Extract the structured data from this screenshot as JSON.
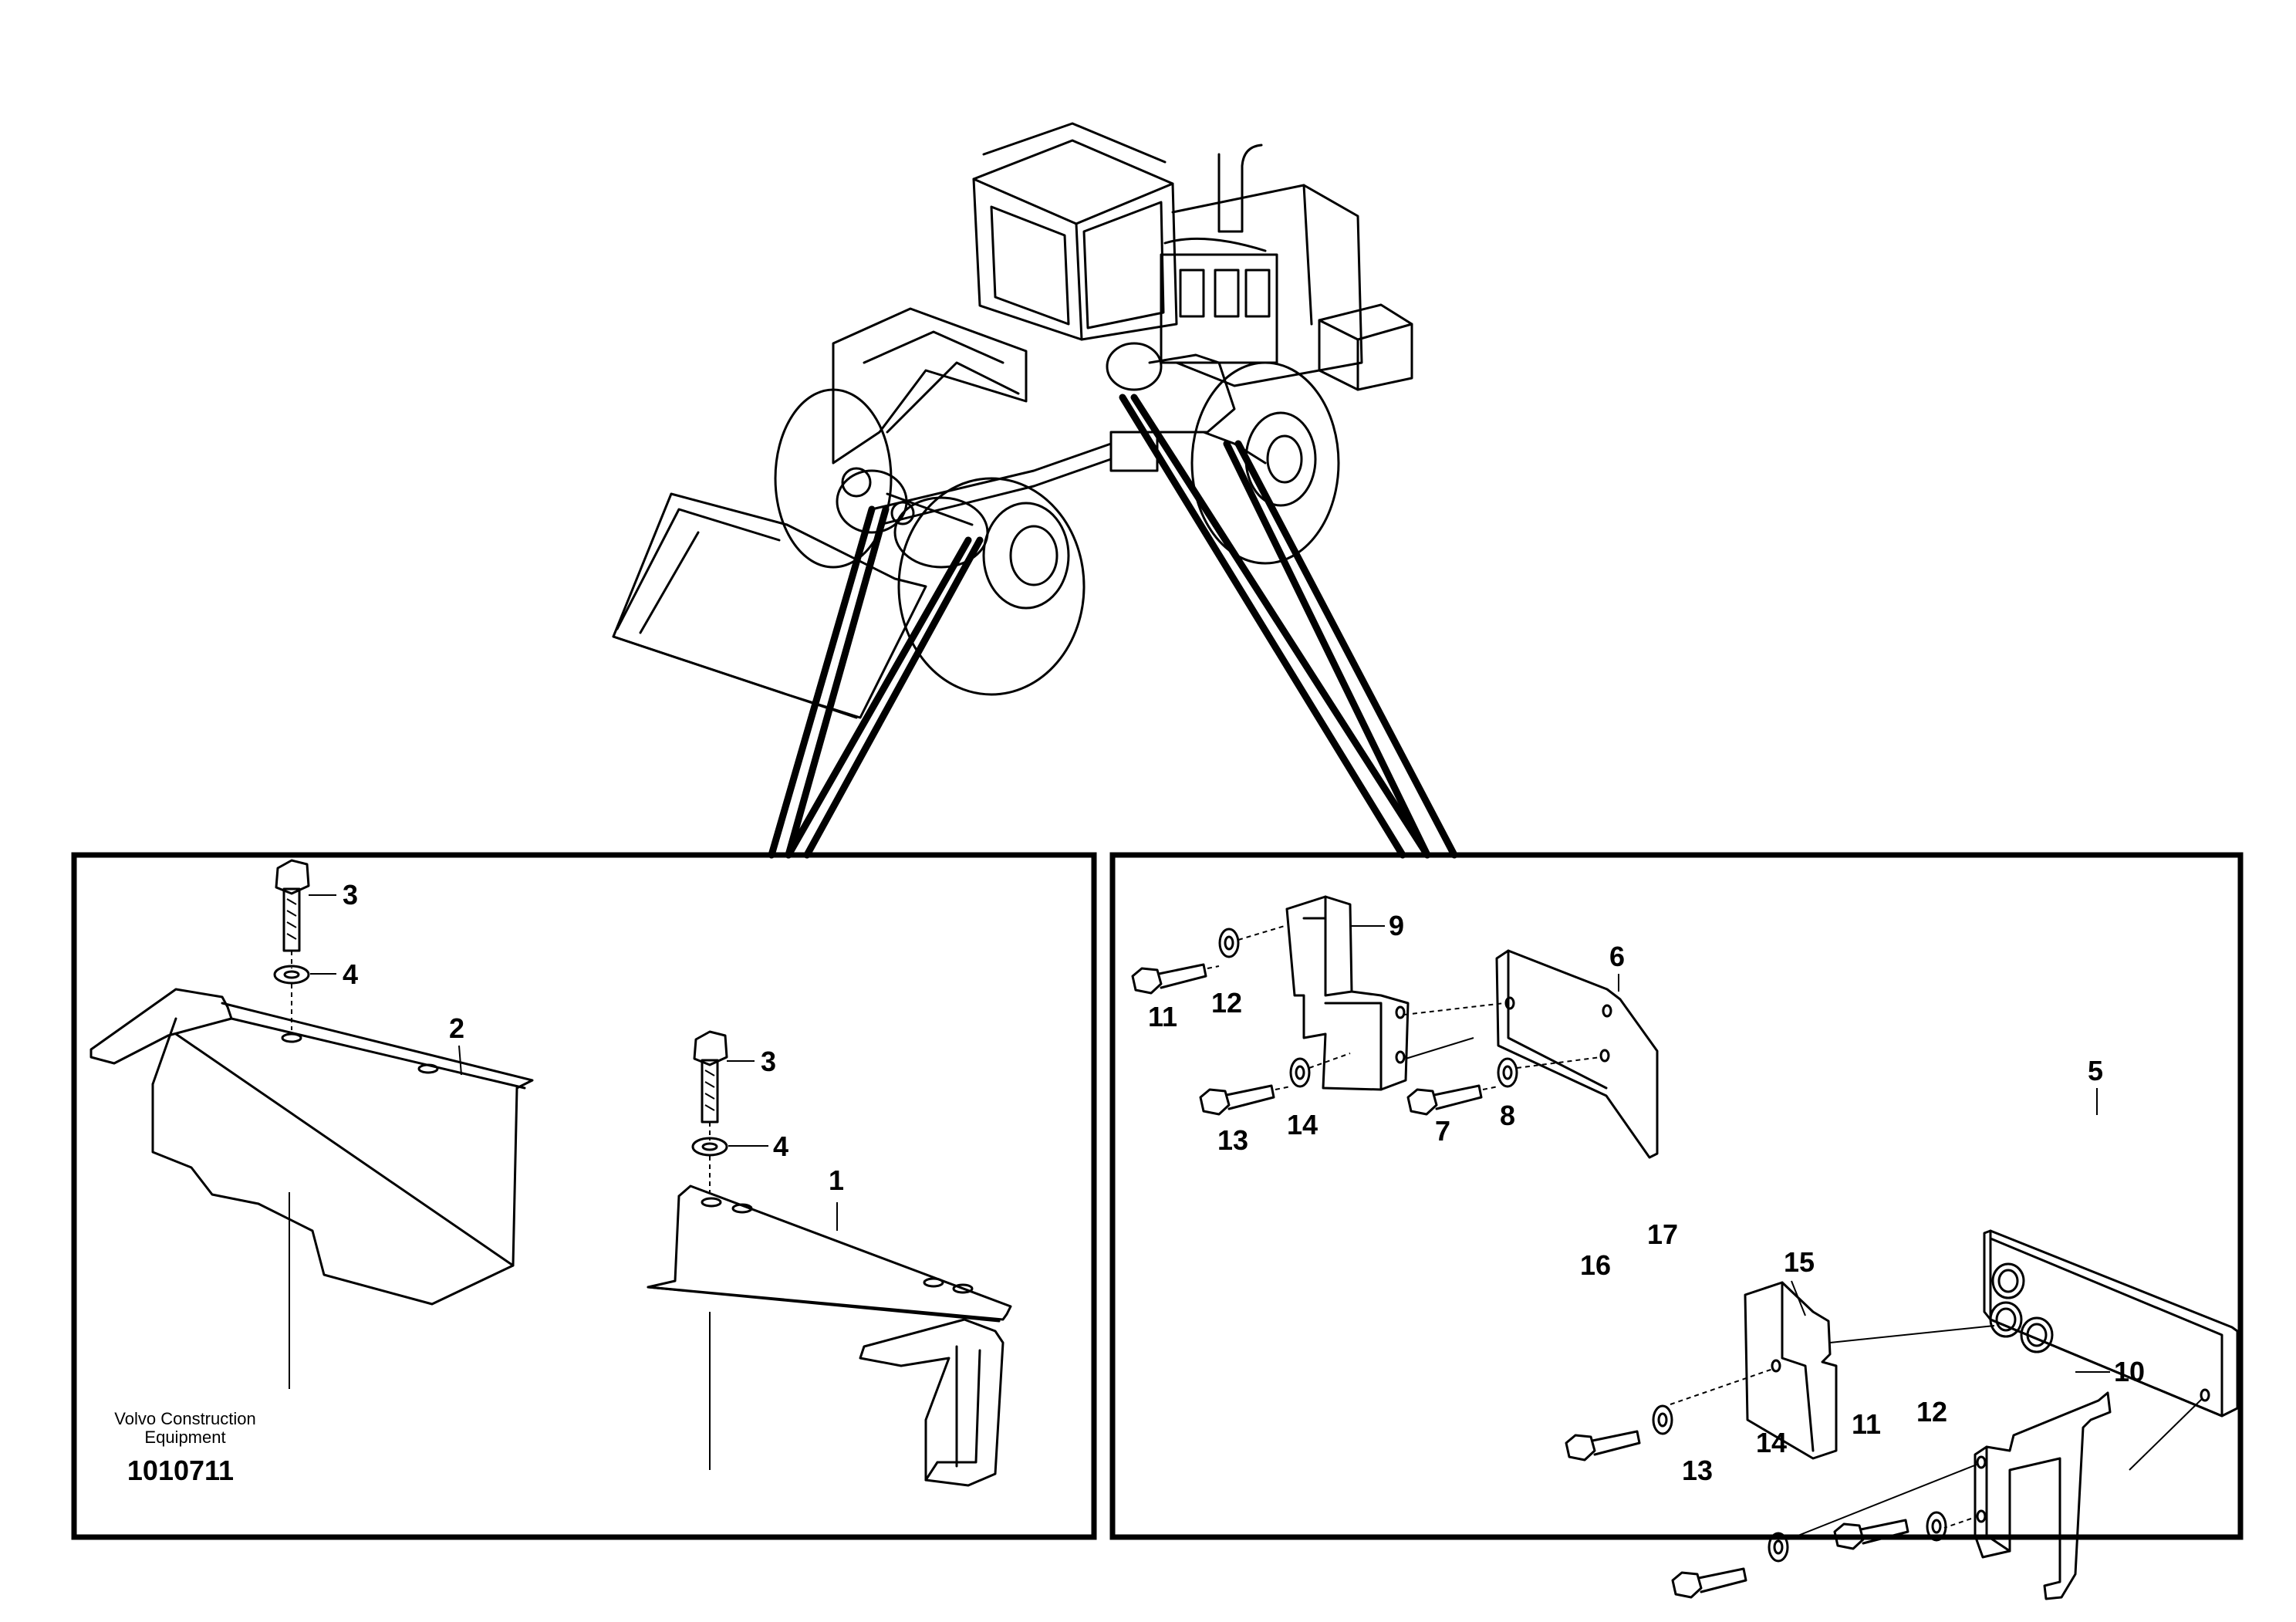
{
  "diagram": {
    "brand_line1": "Volvo Construction",
    "brand_line2": "Equipment",
    "document_number": "1010711"
  },
  "left_panel": {
    "callouts": {
      "c3a": "3",
      "c4a": "4",
      "c2": "2",
      "c3b": "3",
      "c4b": "4",
      "c1": "1"
    }
  },
  "right_panel": {
    "callouts": {
      "c9": "9",
      "c6": "6",
      "c11a": "11",
      "c12a": "12",
      "c13a": "13",
      "c14a": "14",
      "c7": "7",
      "c8": "8",
      "c5": "5",
      "c15": "15",
      "c16": "16",
      "c17": "17",
      "c10": "10",
      "c13b": "13",
      "c14b": "14",
      "c11b": "11",
      "c12b": "12"
    }
  }
}
